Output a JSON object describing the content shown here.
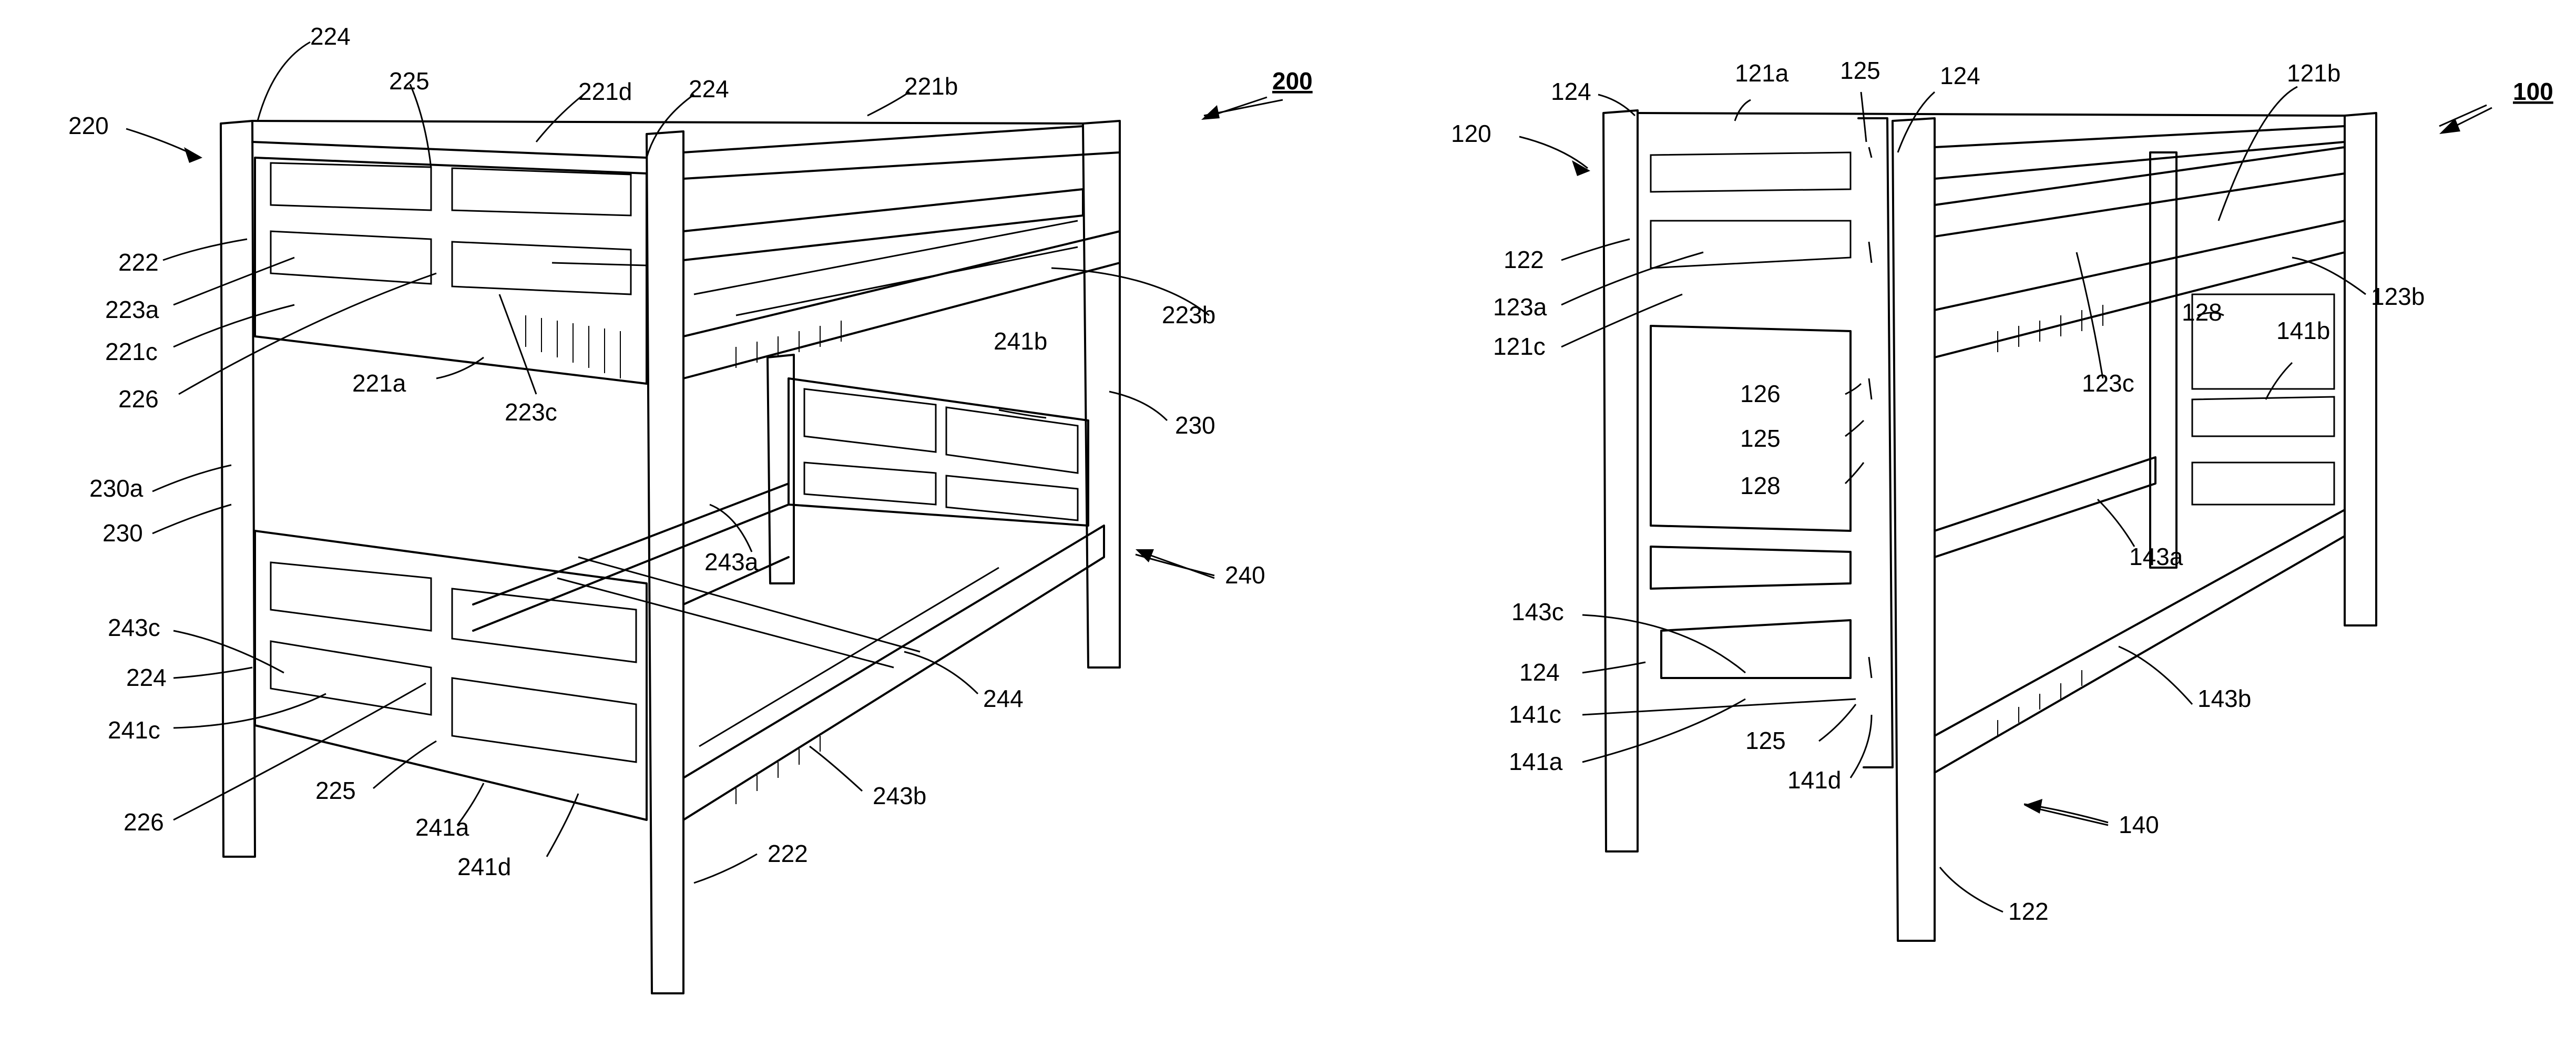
{
  "figure_left": {
    "id": "200",
    "labels": [
      "220",
      "224",
      "225",
      "221d",
      "224",
      "221b",
      "200",
      "222",
      "223a",
      "221c",
      "226",
      "221a",
      "223c",
      "223b",
      "241b",
      "230",
      "230a",
      "230",
      "243a",
      "240",
      "243c",
      "224",
      "241c",
      "226",
      "225",
      "241a",
      "241d",
      "243b",
      "244",
      "222"
    ]
  },
  "figure_right": {
    "id": "100",
    "labels": [
      "124",
      "121a",
      "125",
      "124",
      "121b",
      "100",
      "120",
      "122",
      "123a",
      "121c",
      "123b",
      "128",
      "141b",
      "123c",
      "126",
      "125",
      "128",
      "143a",
      "143c",
      "124",
      "141c",
      "141a",
      "125",
      "141d",
      "143b",
      "140",
      "122"
    ]
  }
}
